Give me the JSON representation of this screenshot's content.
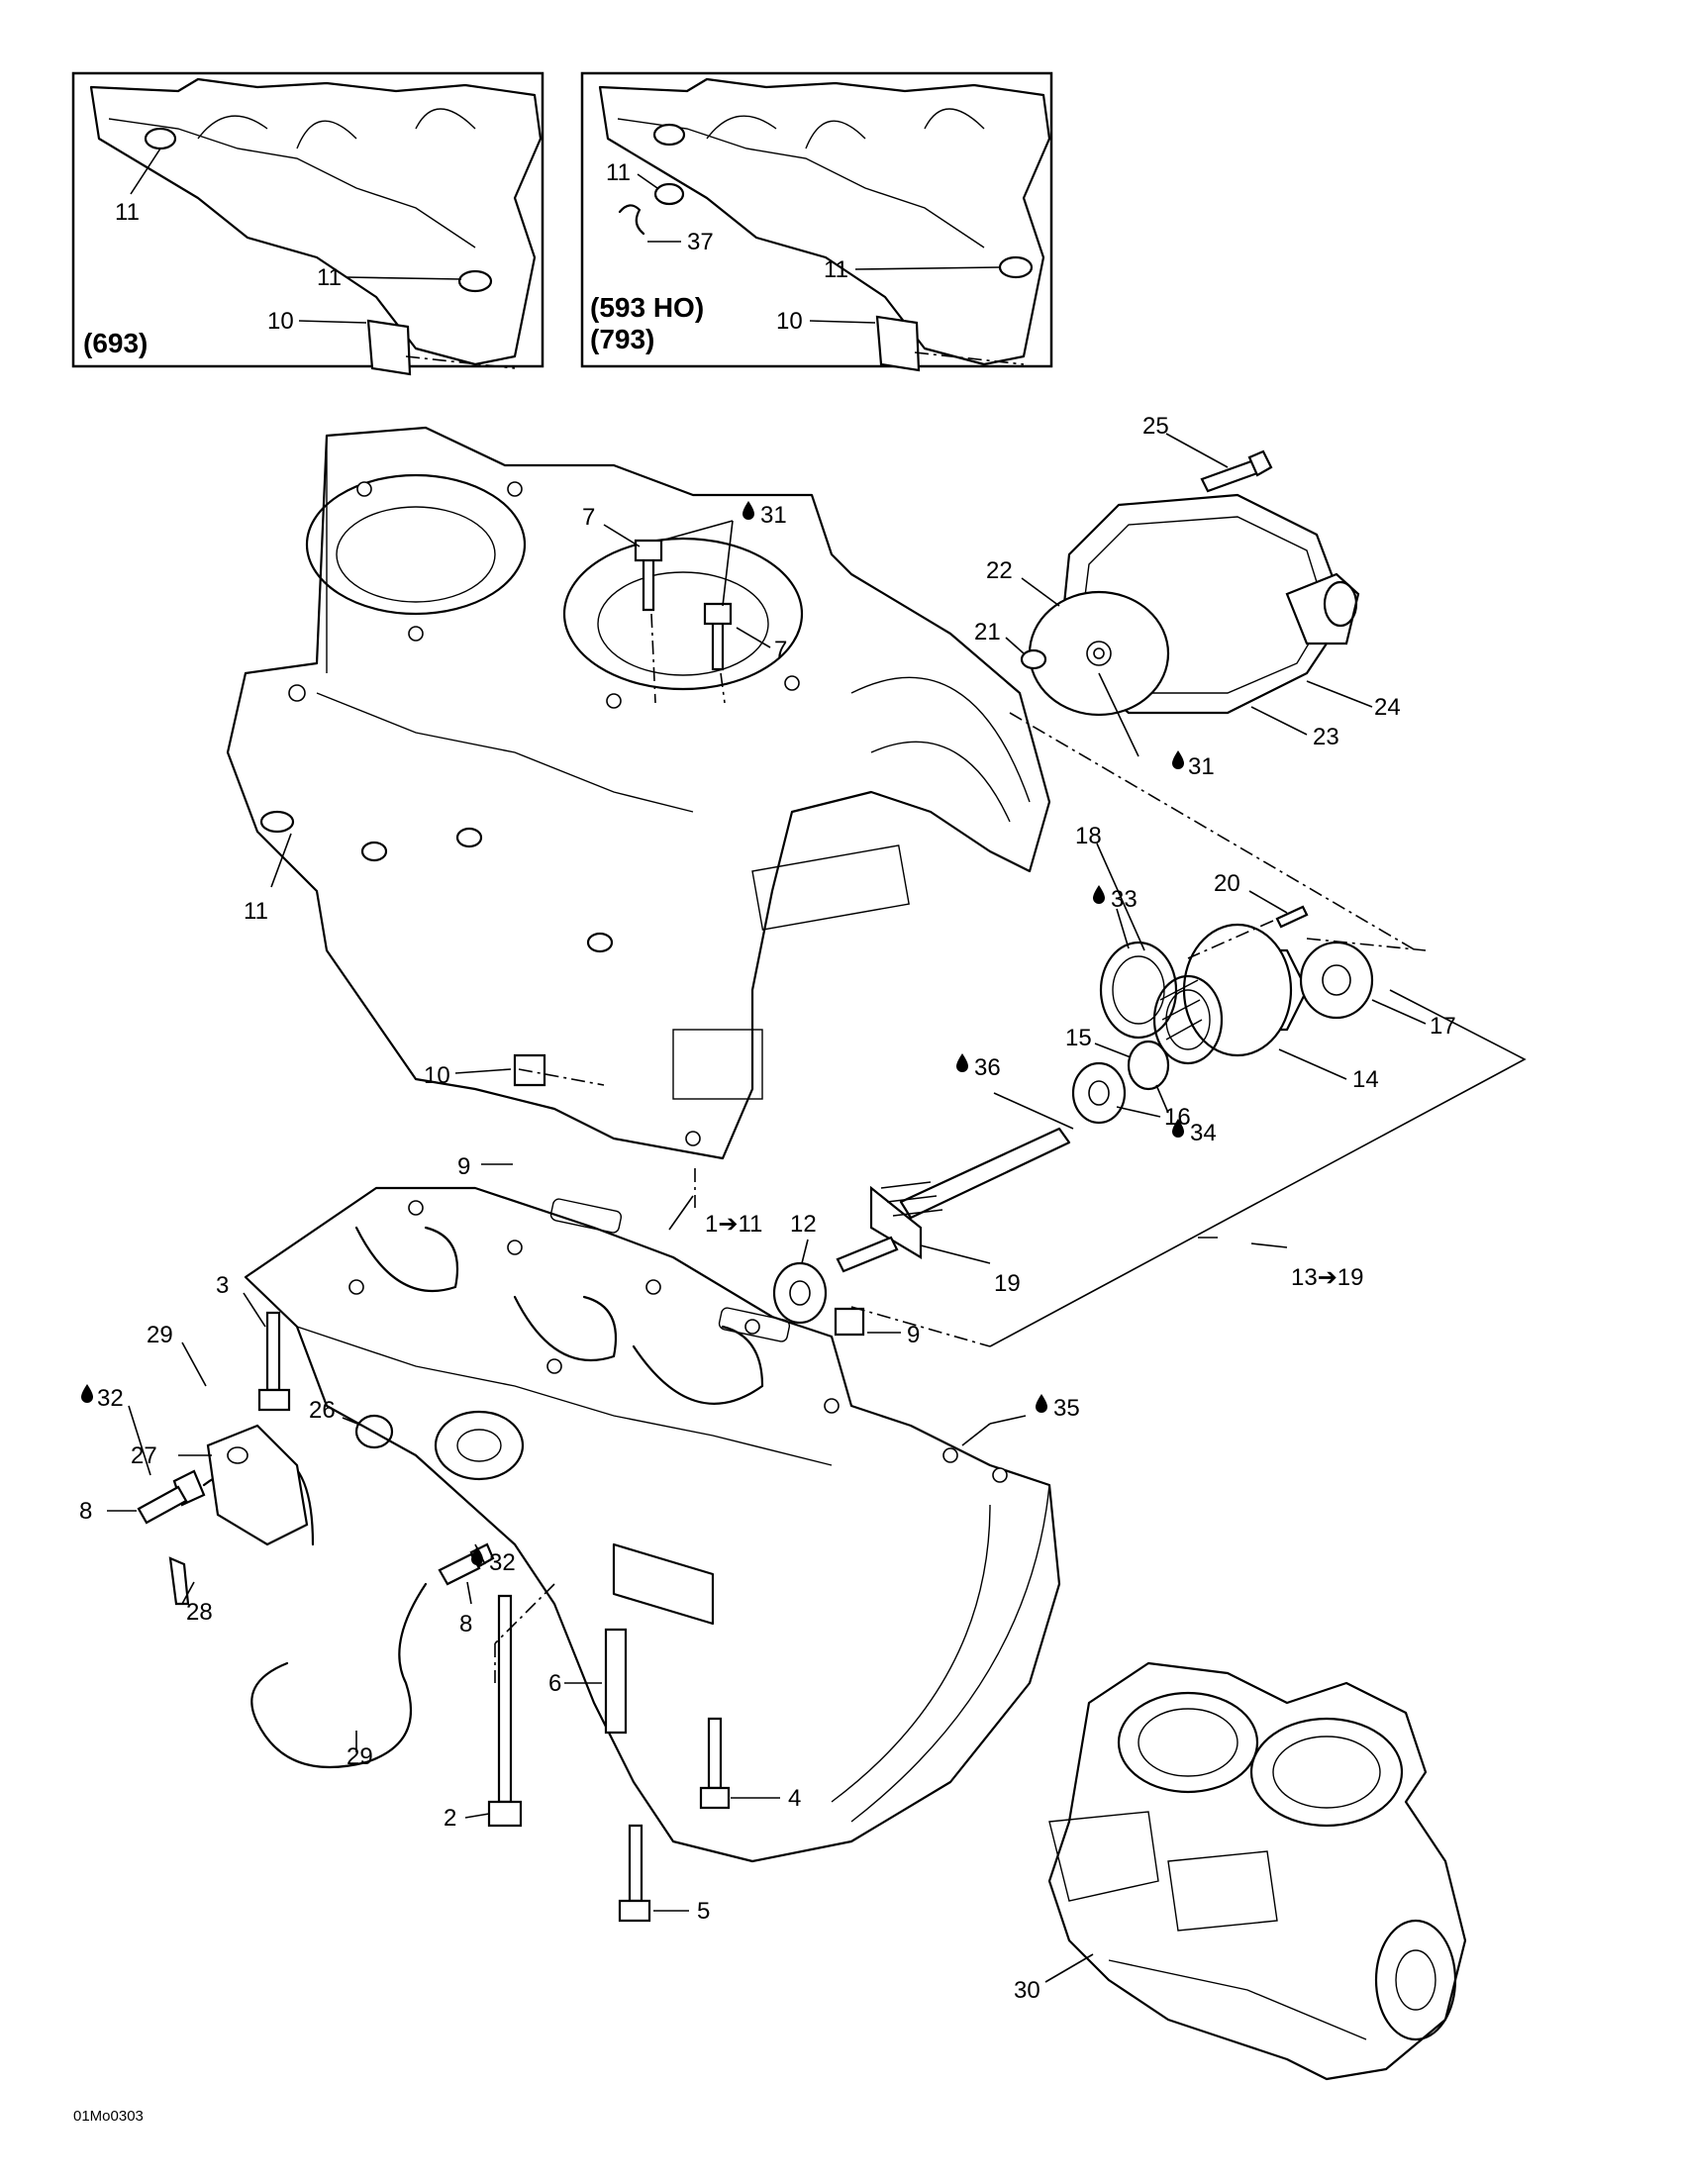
{
  "insets": [
    {
      "label": "(693)"
    },
    {
      "label_line1": "(593 HO)",
      "label_line2": "(793)"
    }
  ],
  "callouts": {
    "c1_11": "1➔11",
    "c13_19": "13➔19",
    "c2": "2",
    "c3": "3",
    "c4": "4",
    "c5": "5",
    "c6": "6",
    "c7a": "7",
    "c7b": "7",
    "c8a": "8",
    "c8b": "8",
    "c9a": "9",
    "c9b": "9",
    "c10": "10",
    "c10a": "10",
    "c10b": "10",
    "c11": "11",
    "c11a": "11",
    "c11b": "11",
    "c11c": "11",
    "c11d": "11",
    "c12": "12",
    "c14": "14",
    "c15": "15",
    "c16": "16",
    "c17": "17",
    "c18": "18",
    "c19": "19",
    "c20": "20",
    "c21": "21",
    "c22": "22",
    "c23": "23",
    "c24": "24",
    "c25": "25",
    "c26": "26",
    "c27": "27",
    "c28": "28",
    "c29a": "29",
    "c29b": "29",
    "c30": "30",
    "c31a": "31",
    "c31b": "31",
    "c32a": "32",
    "c32b": "32",
    "c33": "33",
    "c34": "34",
    "c35": "35",
    "c36": "36",
    "c37": "37"
  },
  "drawing_code": "01Mo0303"
}
